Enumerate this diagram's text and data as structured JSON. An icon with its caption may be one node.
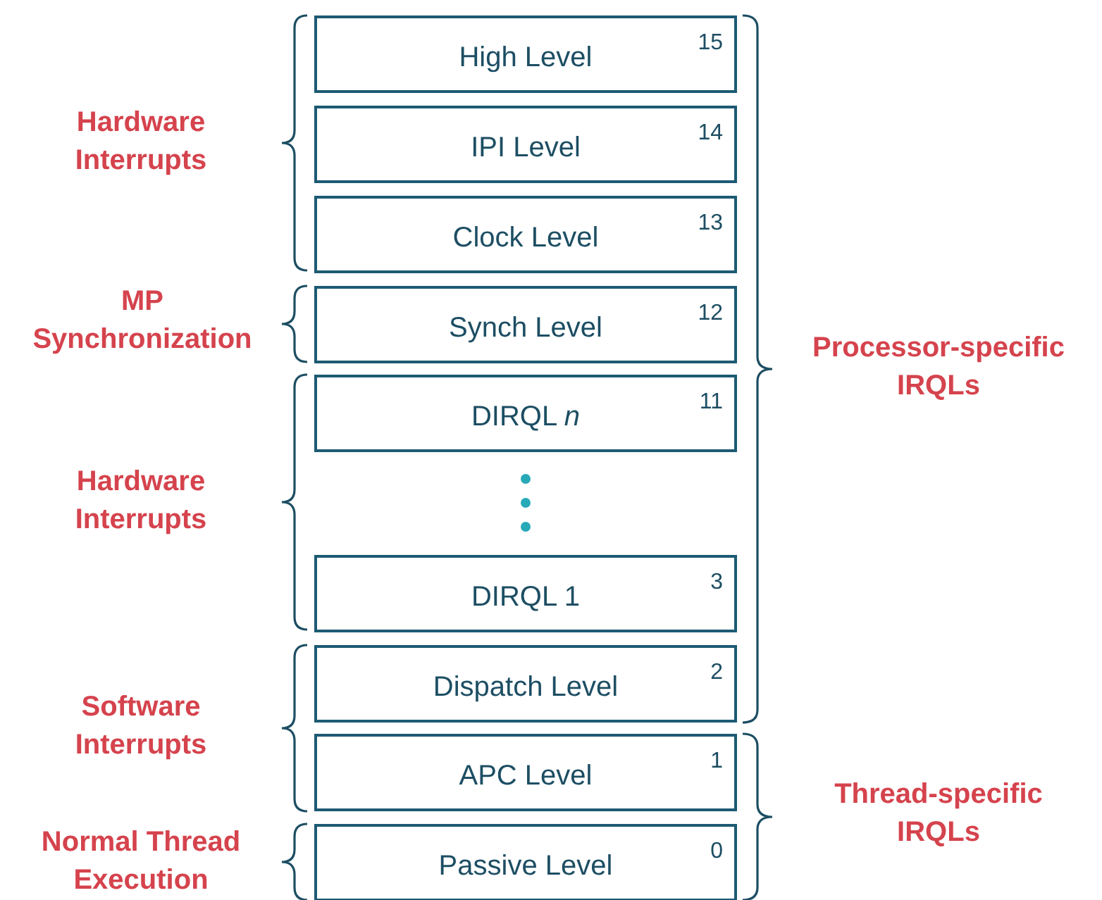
{
  "diagram": {
    "nodes": [
      {
        "text": [
          "High Level",
          "15"
        ]
      },
      {
        "text": [
          "IPI Level",
          "14"
        ]
      },
      {
        "text": [
          "Clock Level",
          "13"
        ]
      },
      {
        "text": [
          "Synch Level",
          "12"
        ]
      },
      {
        "text": [
          "DIRQL *n*",
          "11"
        ]
      },
      {
        "text": [
          "DIRQL 1",
          "3"
        ]
      },
      {
        "text": [
          "Dispatch Level",
          "2"
        ]
      },
      {
        "text": [
          "APC Level",
          "1"
        ]
      },
      {
        "text": [
          "Passive Level",
          "0"
        ]
      }
    ],
    "edges": [],
    "labels": [
      "Hardware Interrupts",
      "MP Synchronization",
      "Processor-specific IRQLs",
      "Hardware Interrupts",
      "Software Interrupts",
      "Thread-specific IRQLs",
      "Normal Thread Execution"
    ]
  }
}
